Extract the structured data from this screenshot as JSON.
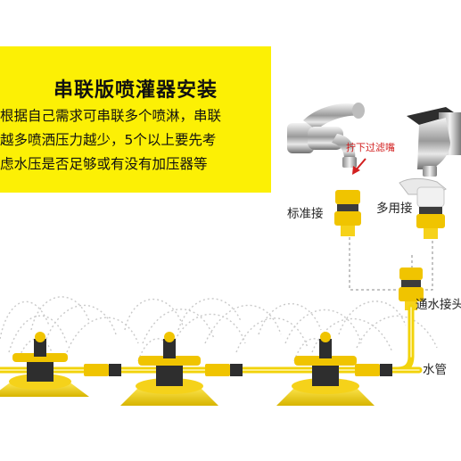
{
  "info": {
    "title": "串联版喷灌器安装",
    "lines": [
      "根据自己需求可串联多个喷淋，串联",
      "越多喷洒压力越少，5个以上要先考",
      "虑水压是否足够或有没有加压器等"
    ]
  },
  "labels": {
    "unscrew_filter": "拧下过滤嘴",
    "standard_connector": "标准接",
    "multi_connector": "多用接",
    "water_connector": "通水接头",
    "water_pipe": "水管"
  },
  "colors": {
    "banner": "#fcf005",
    "hose": "#f2d30b",
    "accent_red": "#d21f1f",
    "dark": "#2b2b2b"
  }
}
